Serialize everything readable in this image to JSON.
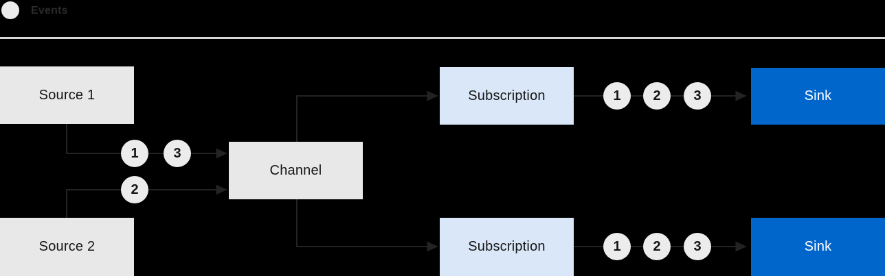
{
  "legend": {
    "label": "Events"
  },
  "colors": {
    "background": "#000000",
    "box_gray": "#e8e8e8",
    "box_light_blue": "#d9e7f8",
    "box_blue": "#0066cc",
    "circle_fill": "#ececec",
    "line": "#232323",
    "legend_text": "#2b2b2b",
    "text_dark": "#151515",
    "text_light": "#ffffff",
    "rule": "#d7d7d7"
  },
  "diagram": {
    "sources": [
      {
        "label": "Source 1"
      },
      {
        "label": "Source 2"
      }
    ],
    "channel": {
      "label": "Channel"
    },
    "subscriptions": [
      {
        "label": "Subscription"
      },
      {
        "label": "Subscription"
      }
    ],
    "sinks": [
      {
        "label": "Sink"
      },
      {
        "label": "Sink"
      }
    ],
    "events": {
      "source1_to_channel": [
        "1",
        "3"
      ],
      "source2_to_channel": [
        "2"
      ],
      "subscription1_to_sink": [
        "1",
        "2",
        "3"
      ],
      "subscription2_to_sink": [
        "1",
        "2",
        "3"
      ]
    }
  }
}
